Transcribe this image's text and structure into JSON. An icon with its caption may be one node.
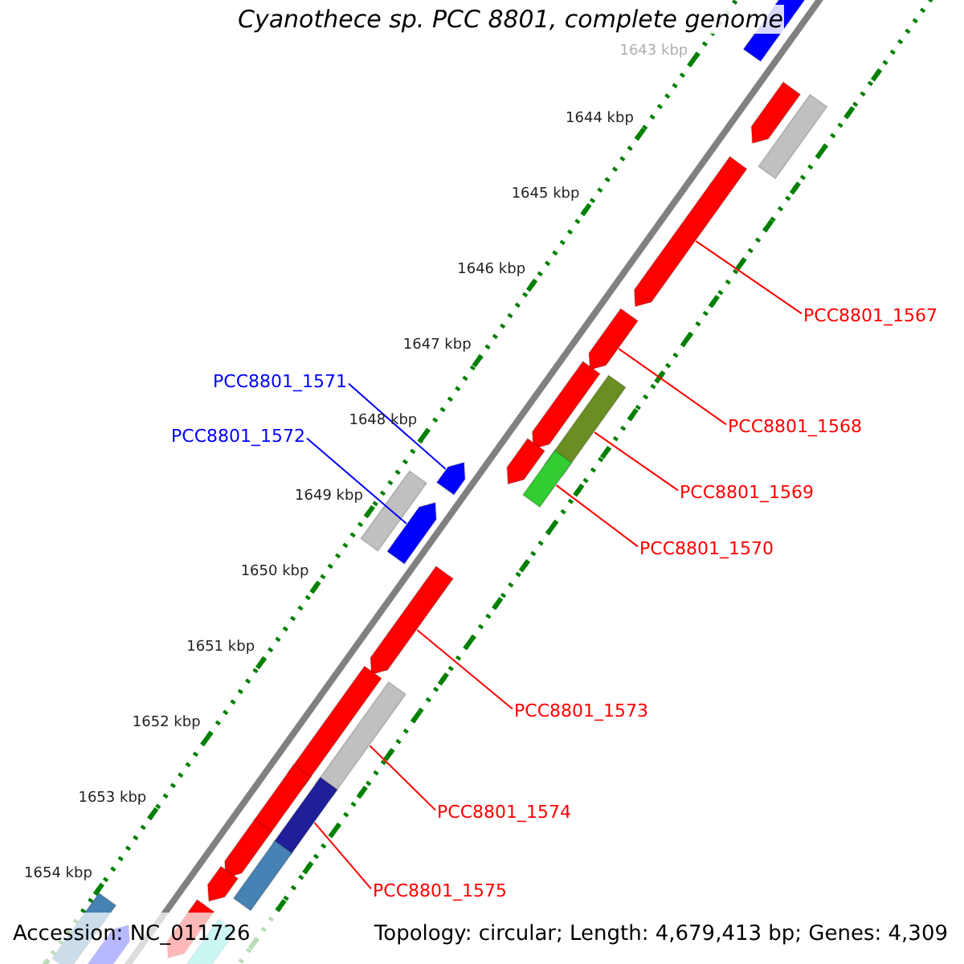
{
  "diagram": {
    "title": "Cyanothece sp. PCC 8801, complete genome",
    "nodes": [
      {
        "text": [
          "PCC8801_1567"
        ]
      },
      {
        "text": [
          "PCC8801_1571"
        ]
      },
      {
        "text": [
          "PCC8801_1568"
        ]
      },
      {
        "text": [
          "PCC8801_1572"
        ]
      },
      {
        "text": [
          "PCC8801_1569"
        ]
      },
      {
        "text": [
          "PCC8801_1570"
        ]
      },
      {
        "text": [
          "PCC8801_1573"
        ]
      },
      {
        "text": [
          "PCC8801_1574"
        ]
      },
      {
        "text": [
          "PCC8801_1575"
        ]
      },
      {
        "text": [],
        "shape": "bar"
      },
      {
        "text": [],
        "shape": "bar"
      },
      {
        "text": [],
        "shape": "bar"
      },
      {
        "text": [],
        "shape": "bar"
      },
      {
        "text": [],
        "shape": "bar"
      },
      {
        "text": [],
        "shape": "bar"
      },
      {
        "text": [],
        "shape": "bar"
      },
      {
        "text": [],
        "shape": "bar"
      },
      {
        "text": [],
        "shape": "bar"
      },
      {
        "text": [],
        "shape": "bar"
      },
      {
        "text": [],
        "shape": "bar"
      },
      {
        "text": [],
        "shape": "bar"
      },
      {
        "text": [],
        "shape": "bar"
      },
      {
        "text": [],
        "shape": "bar"
      },
      {
        "text": [],
        "shape": "bar"
      },
      {
        "text": [],
        "shape": "bar"
      },
      {
        "text": [],
        "shape": "bar"
      },
      {
        "text": [],
        "shape": "bar"
      },
      {
        "text": [],
        "shape": "bar"
      },
      {
        "text": [],
        "shape": "bar"
      },
      {
        "text": [],
        "shape": "bar"
      },
      {
        "text": [],
        "shape": "bar"
      },
      {
        "text": [],
        "shape": "bar"
      },
      {
        "text": [],
        "shape": "bar"
      }
    ],
    "edges": [
      {
        "from": 0,
        "to": 12,
        "arrow": "none"
      },
      {
        "from": 1,
        "to": 17,
        "arrow": "none",
        "color": "#0000ff"
      },
      {
        "from": 2,
        "to": 13,
        "arrow": "none"
      },
      {
        "from": 3,
        "to": 20,
        "arrow": "none",
        "color": "#0000ff"
      },
      {
        "from": 4,
        "to": 15,
        "arrow": "none"
      },
      {
        "from": 5,
        "to": 18,
        "arrow": "none"
      },
      {
        "from": 6,
        "to": 21,
        "arrow": "none"
      },
      {
        "from": 7,
        "to": 23,
        "arrow": "none"
      },
      {
        "from": 8,
        "to": 25,
        "arrow": "none"
      }
    ],
    "labels": [
      "1643 kbp",
      "1644 kbp",
      "1645 kbp",
      "1646 kbp",
      "1647 kbp",
      "1648 kbp",
      "1649 kbp",
      "1650 kbp",
      "1651 kbp",
      "1652 kbp",
      "1653 kbp",
      "1654 kbp",
      "Accession: NC_011726",
      "Topology: circular; Length: 4,679,413 bp; Genes: 4,309"
    ]
  }
}
